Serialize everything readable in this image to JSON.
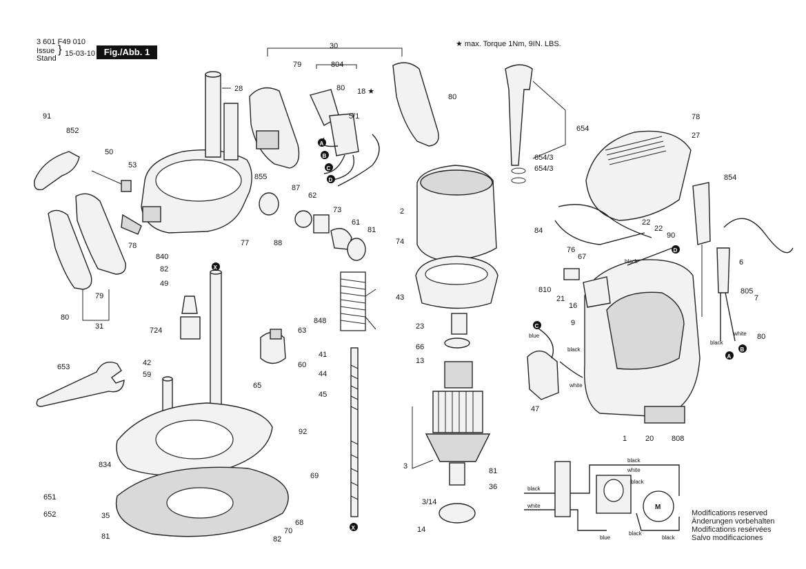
{
  "header": {
    "code": "3 601 F49 010",
    "issue_label": "Issue",
    "stand_label": "Stand",
    "date": "15-03-10",
    "figure": "Fig./Abb. 1"
  },
  "torque_note": "★ max. Torque 1Nm,  9IN. LBS.",
  "modifications": [
    "Modifications reserved",
    "Änderungen vorbehalten",
    "Modifications resérvées",
    "Salvo modificaciones"
  ],
  "connectors": [
    "A",
    "B",
    "C",
    "D",
    "X"
  ],
  "wire_colors": {
    "black": "black",
    "white": "white",
    "blue": "blue"
  },
  "part_numbers": [
    "30",
    "79",
    "804",
    "80",
    "18 ★",
    "5/1",
    "28",
    "91",
    "852",
    "50",
    "53",
    "855",
    "87",
    "62",
    "73",
    "61",
    "81",
    "77",
    "88",
    "78",
    "840",
    "82",
    "49",
    "724",
    "63",
    "42",
    "59",
    "60",
    "65",
    "653",
    "41",
    "44",
    "45",
    "848",
    "92",
    "834",
    "69",
    "651",
    "652",
    "35",
    "70",
    "68",
    "654",
    "654/3",
    "2",
    "74",
    "43",
    "23",
    "66",
    "13",
    "3",
    "3/14",
    "14",
    "36",
    "78",
    "27",
    "854",
    "84",
    "22",
    "90",
    "76",
    "67",
    "810",
    "21",
    "16",
    "9",
    "6",
    "805",
    "7",
    "47",
    "1",
    "20",
    "808",
    "31"
  ]
}
